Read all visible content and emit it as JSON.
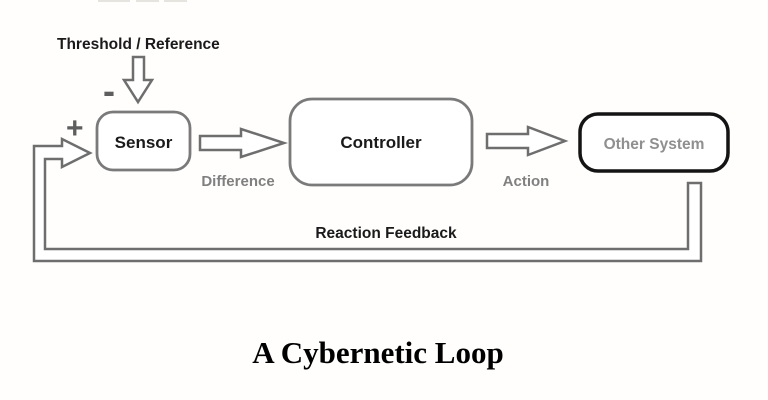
{
  "title": "A Cybernetic Loop",
  "nodes": {
    "sensor": "Sensor",
    "controller": "Controller",
    "other_system": "Other System"
  },
  "labels": {
    "threshold": "Threshold / Reference",
    "difference": "Difference",
    "action": "Action",
    "feedback": "Reaction Feedback",
    "plus": "+",
    "minus": "-"
  },
  "colors": {
    "line_gray": "#6e6e6e",
    "box_border_gray": "#7a7a7a",
    "other_system_border": "#141414",
    "label_gray": "#808080",
    "muted_node_text": "#8f8f8f",
    "text_black": "#1a1a1a"
  }
}
